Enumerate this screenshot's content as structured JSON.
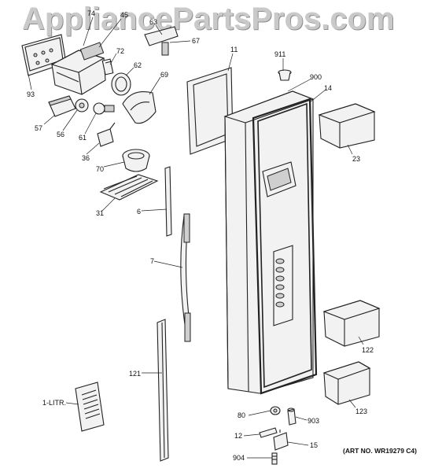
{
  "watermark": "AppliancePartsPros.com",
  "art_number": "(ART NO. WR19279 C4)",
  "callouts": {
    "c74": "74",
    "c45": "45",
    "c63": "63",
    "c67": "67",
    "c72": "72",
    "c62": "62",
    "c93": "93",
    "c69": "69",
    "c57": "57",
    "c56": "56",
    "c61": "61",
    "c36": "36",
    "c70": "70",
    "c31": "31",
    "c11": "11",
    "c911": "911",
    "c900": "900",
    "c14": "14",
    "c23": "23",
    "c6": "6",
    "c7": "7",
    "c122": "122",
    "c121": "121",
    "c1litr": "1-LITR.",
    "c123": "123",
    "c80": "80",
    "c903": "903",
    "c12": "12",
    "c15": "15",
    "c904": "904"
  }
}
